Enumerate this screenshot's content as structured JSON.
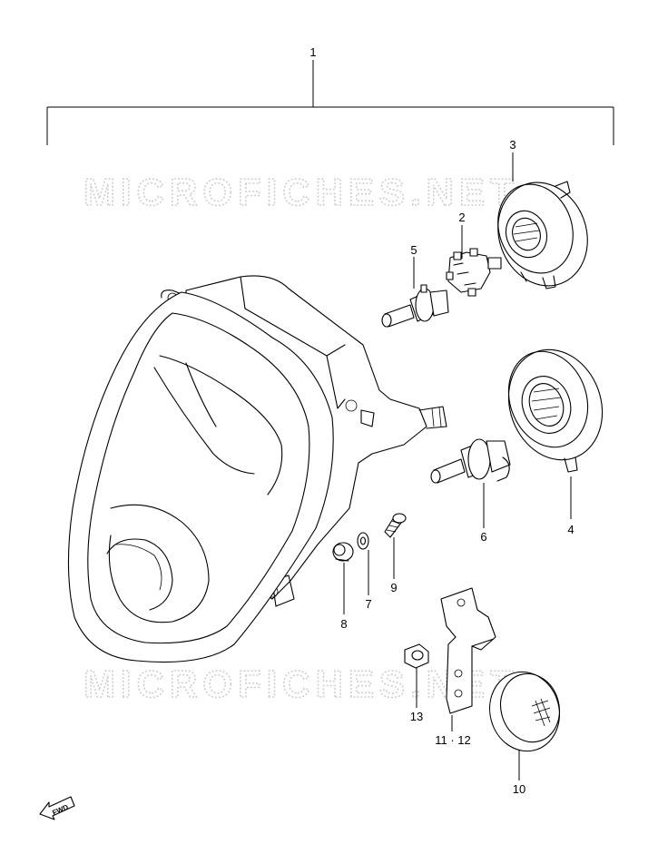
{
  "watermarks": [
    {
      "text": "MICROFICHES.NET"
    },
    {
      "text": "MICROFICHES.NET"
    }
  ],
  "direction_badge": {
    "text": "FWD",
    "icon": "fwd-arrow-icon"
  },
  "callouts": [
    {
      "id": "c1",
      "label": "1"
    },
    {
      "id": "c2",
      "label": "2"
    },
    {
      "id": "c3",
      "label": "3"
    },
    {
      "id": "c4",
      "label": "4"
    },
    {
      "id": "c5",
      "label": "5"
    },
    {
      "id": "c6",
      "label": "6"
    },
    {
      "id": "c7",
      "label": "7"
    },
    {
      "id": "c8",
      "label": "8"
    },
    {
      "id": "c9",
      "label": "9"
    },
    {
      "id": "c10",
      "label": "10"
    },
    {
      "id": "c11",
      "label": "11 · 12"
    },
    {
      "id": "c13",
      "label": "13"
    }
  ]
}
